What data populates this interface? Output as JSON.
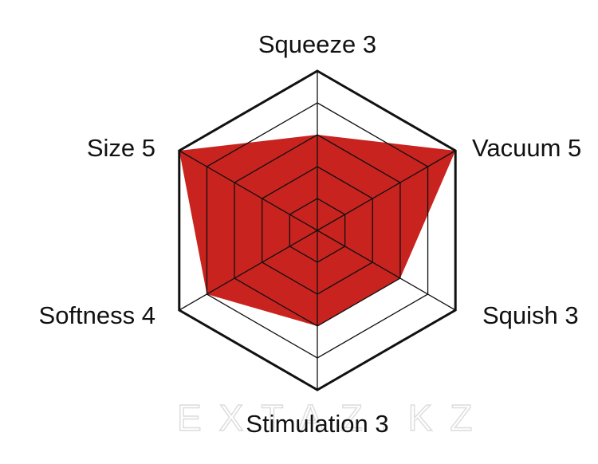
{
  "chart_data": {
    "type": "radar",
    "title": "",
    "axes": [
      "Squeeze",
      "Vacuum",
      "Squish",
      "Stimulation",
      "Softness",
      "Size"
    ],
    "values": [
      3,
      5,
      3,
      3,
      4,
      5
    ],
    "labels": [
      "Squeeze 3",
      "Vacuum 5",
      "Squish 3",
      "Stimulation 3",
      "Softness 4",
      "Size 5"
    ],
    "range": [
      0,
      5
    ],
    "rings": 5,
    "fill_color": "#c8231e",
    "grid_color": "#111111"
  },
  "watermark": "EXTAZ.KZ"
}
